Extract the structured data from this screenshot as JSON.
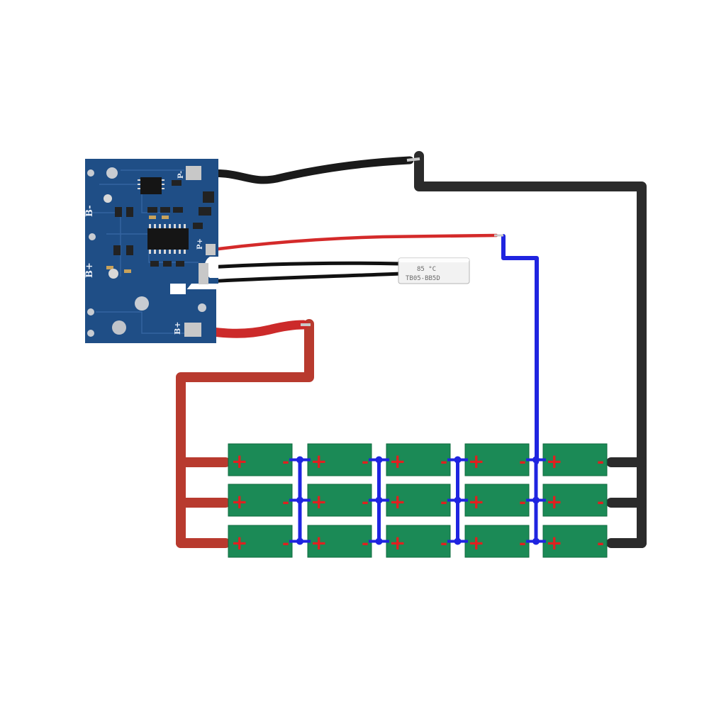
{
  "colors": {
    "background": "#ffffff",
    "pcb": "#1f4e86",
    "pcb_dark": "#173c68",
    "cell": "#1b8a56",
    "cell_border": "#0f6b3f",
    "positive_sign": "#e02020",
    "negative_sign": "#e02020",
    "wire_positive": "#b83a2e",
    "wire_negative": "#2b2b2b",
    "wire_balance": "#1f24e0",
    "thermistor": "#f2f2f2"
  },
  "pcb": {
    "labels": {
      "b_minus": "B-",
      "b_plus": "B+",
      "b_plus_bottom": "B+",
      "p_plus": "P+",
      "p_minus": "P-"
    }
  },
  "thermistor": {
    "label": "TB05-BB5D",
    "marks": "85 °C"
  },
  "battery_pack": {
    "rows": 3,
    "columns": 5,
    "cell_positive_symbol": "+",
    "cell_negative_symbol": "-"
  }
}
